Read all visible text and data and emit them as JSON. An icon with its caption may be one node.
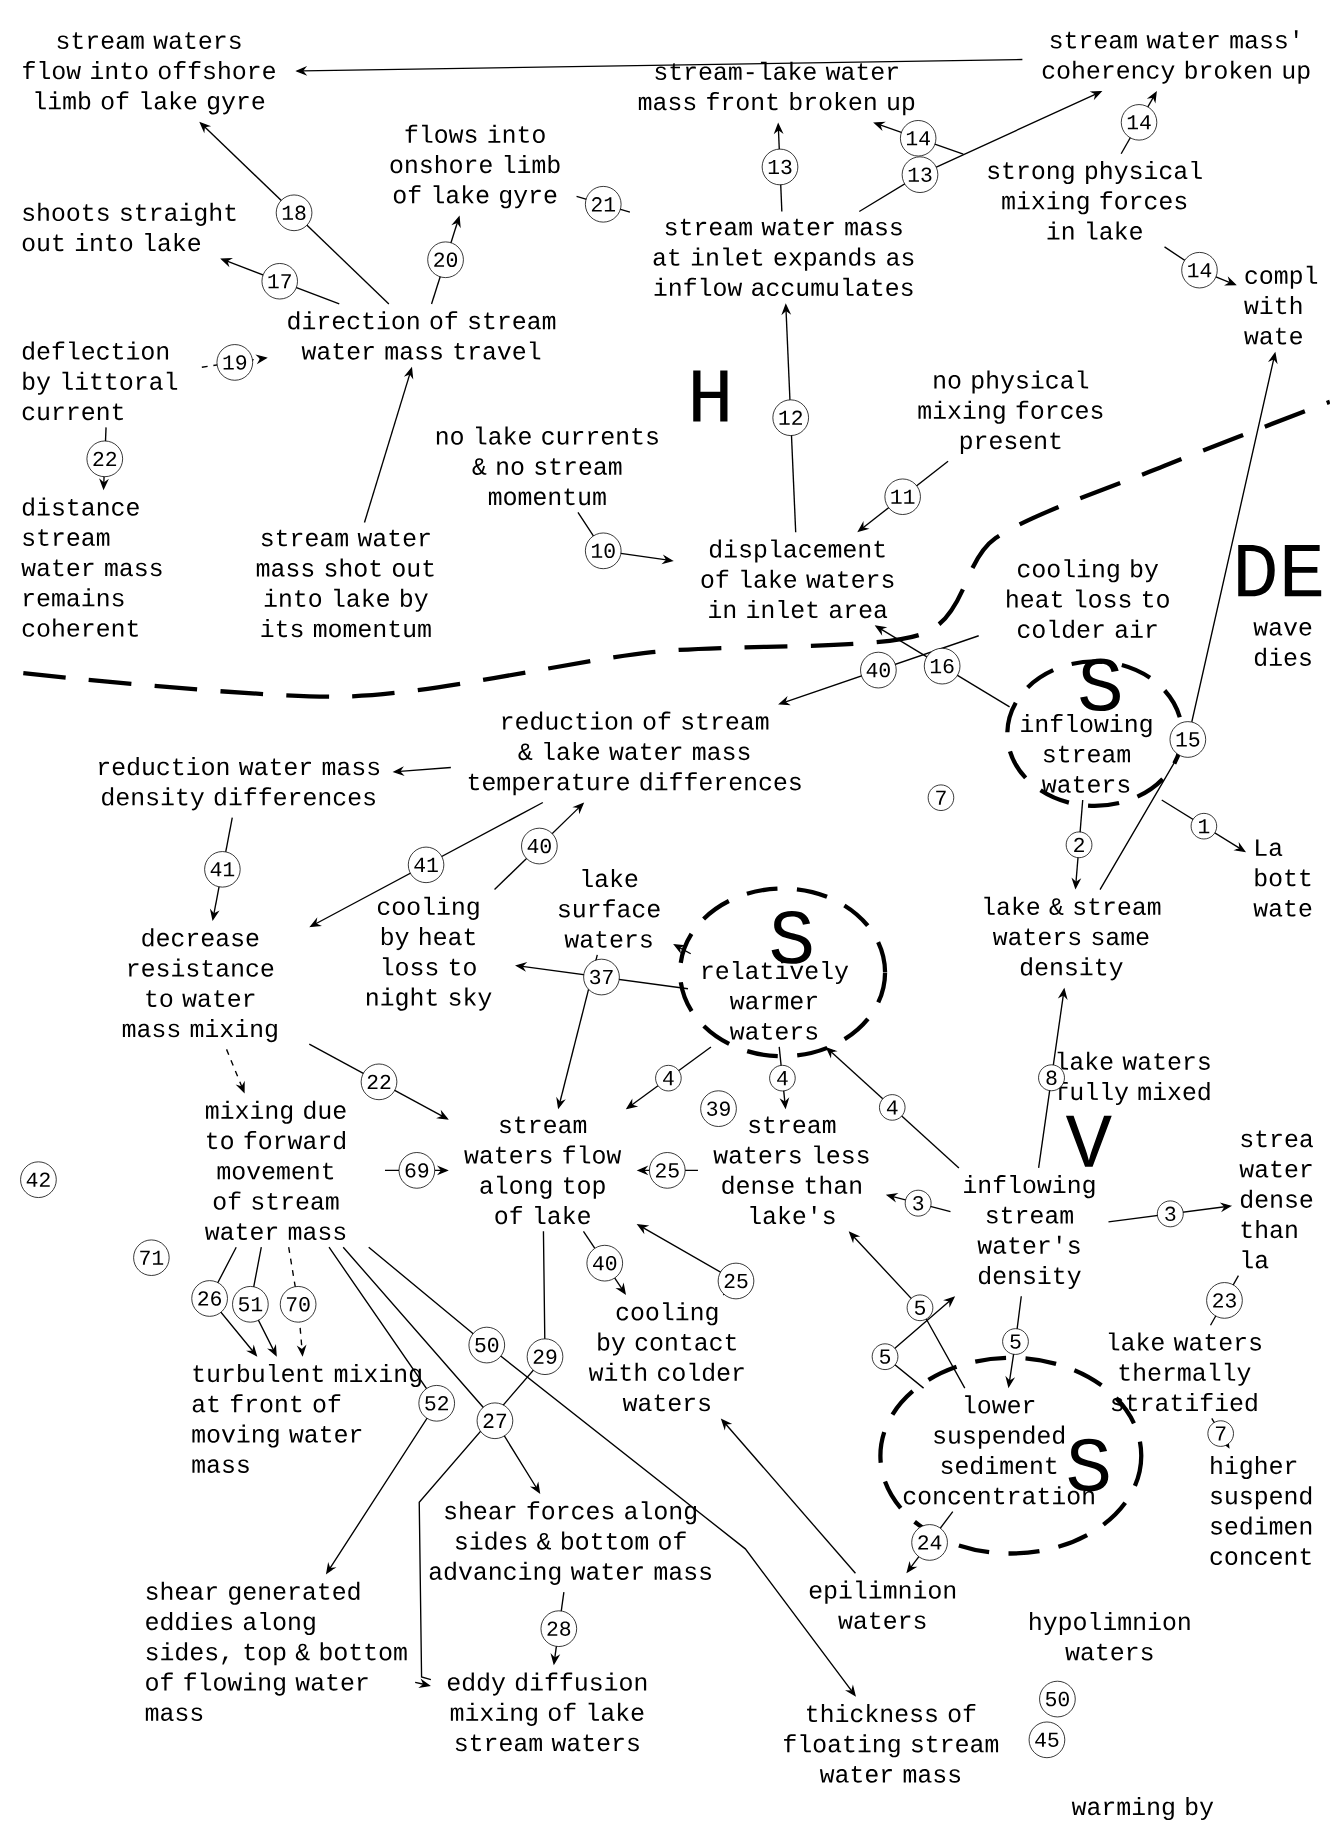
{
  "diagram": {
    "nodes": [
      {
        "text": [
          "stream waters flow into offshore limb of lake gyre"
        ]
      },
      {
        "text": [
          "flows into onshore limb of lake gyre"
        ]
      },
      {
        "text": [
          "stream-lake water mass front broken up"
        ]
      },
      {
        "text": [
          "stream water mass' coherency broken up"
        ]
      },
      {
        "text": [
          "strong physical mixing forces in lake"
        ]
      },
      {
        "text": [
          "stream water mass at inlet expands as inflow accumulates"
        ]
      },
      {
        "text": [
          "shoots straight out into lake"
        ]
      },
      {
        "text": [
          "direction of stream water mass travel"
        ]
      },
      {
        "text": [
          "deflection by littoral current"
        ]
      },
      {
        "text": [
          "compl with wate"
        ]
      },
      {
        "text": [
          "no physical mixing forces present"
        ]
      },
      {
        "text": [
          "no lake currents & no stream momentum"
        ]
      },
      {
        "text": [
          "distance stream water mass remains coherent"
        ]
      },
      {
        "text": [
          "stream water mass shot out into lake by its momentum"
        ]
      },
      {
        "text": [
          "displacement of lake waters in inlet area"
        ]
      },
      {
        "text": [
          "cooling by heat loss to colder air"
        ]
      },
      {
        "text": [
          "wave dies"
        ]
      },
      {
        "text": [
          "reduction of stream & lake water mass temperature differences"
        ]
      },
      {
        "text": [
          "inflowing stream waters"
        ]
      },
      {
        "text": [
          "reduction water mass density differences"
        ]
      },
      {
        "text": [
          "lake surface waters"
        ]
      },
      {
        "text": [
          "relatively warmer waters"
        ]
      },
      {
        "text": [
          "lake & stream waters same density"
        ]
      },
      {
        "text": [
          "La bott wate"
        ]
      },
      {
        "text": [
          "decrease resistance to water mass mixing"
        ]
      },
      {
        "text": [
          "cooling by heat loss to night sky"
        ]
      },
      {
        "text": [
          "lake waters fully mixed"
        ]
      },
      {
        "text": [
          "stream waters flow along top of lake"
        ]
      },
      {
        "text": [
          "stream waters less dense than lake's"
        ]
      },
      {
        "text": [
          "inflowing stream water's density"
        ]
      },
      {
        "text": [
          "mixing due to forward movement of stream water mass"
        ]
      },
      {
        "text": [
          "strea water dense than la"
        ]
      },
      {
        "text": [
          "turbulent mixing at front of moving water mass"
        ]
      },
      {
        "text": [
          "cooling by contact with colder waters"
        ]
      },
      {
        "text": [
          "lower suspended sediment concentration"
        ]
      },
      {
        "text": [
          "lake waters thermally stratified"
        ]
      },
      {
        "text": [
          "higher suspend sedimen concent"
        ]
      },
      {
        "text": [
          "shear forces along sides & bottom of advancing water mass"
        ]
      },
      {
        "text": [
          "shear generated eddies along sides, top & bottom of flowing water mass"
        ]
      },
      {
        "text": [
          "epilimnion waters"
        ]
      },
      {
        "text": [
          "hypolimnion waters"
        ]
      },
      {
        "text": [
          "eddy diffusion mixing of lake stream waters"
        ]
      },
      {
        "text": [
          "thickness of floating stream water mass"
        ]
      },
      {
        "text": [
          "warming by"
        ]
      }
    ],
    "edges": [
      {
        "from": 3,
        "to": 0,
        "arrow": "to"
      },
      {
        "from": 7,
        "to": 0,
        "arrow": "to",
        "label": "18"
      },
      {
        "from": 7,
        "to": 6,
        "arrow": "to",
        "label": "17"
      },
      {
        "from": 8,
        "to": 7,
        "arrow": "to",
        "label": "19",
        "style": "dashed"
      },
      {
        "from": 8,
        "to": 12,
        "arrow": "to",
        "label": "22"
      },
      {
        "from": 13,
        "to": 7,
        "arrow": "to"
      },
      {
        "from": 7,
        "to": 1,
        "arrow": "to",
        "label": "20"
      },
      {
        "from": 5,
        "to": 1,
        "arrow": "none",
        "label": "21"
      },
      {
        "from": 5,
        "to": 2,
        "arrow": "to",
        "label": "13"
      },
      {
        "from": 4,
        "to": 2,
        "arrow": "to",
        "label": "14"
      },
      {
        "from": 5,
        "to": 3,
        "arrow": "to",
        "label": "13"
      },
      {
        "from": 4,
        "to": 3,
        "arrow": "to",
        "label": "14"
      },
      {
        "from": 4,
        "to": 9,
        "arrow": "to",
        "label": "14"
      },
      {
        "from": 11,
        "to": 14,
        "arrow": "to",
        "label": "10"
      },
      {
        "from": 10,
        "to": 14,
        "arrow": "to",
        "label": "11"
      },
      {
        "from": 14,
        "to": 5,
        "arrow": "to",
        "label": "12"
      },
      {
        "from": 15,
        "to": 17,
        "arrow": "to",
        "label": "40"
      },
      {
        "from": 18,
        "to": 14,
        "arrow": "to",
        "label": "16"
      },
      {
        "from": 17,
        "to": 19,
        "arrow": "to"
      },
      {
        "from": 19,
        "to": 24,
        "arrow": "to",
        "label": "41"
      },
      {
        "from": 17,
        "to": 24,
        "arrow": "to",
        "label": "41"
      },
      {
        "from": 25,
        "to": 17,
        "arrow": "to",
        "label": "40"
      },
      {
        "from": 21,
        "to": 20,
        "arrow": "to"
      },
      {
        "from": 21,
        "to": 25,
        "arrow": "to",
        "label": "37"
      },
      {
        "from": 21,
        "to": 27,
        "arrow": "to",
        "label": "4"
      },
      {
        "from": 21,
        "to": 28,
        "arrow": "to",
        "label": "4"
      },
      {
        "from": 29,
        "to": 21,
        "arrow": "to",
        "label": "4"
      },
      {
        "from": 20,
        "to": 27,
        "arrow": "to"
      },
      {
        "from": 29,
        "to": 28,
        "arrow": "to",
        "label": "3"
      },
      {
        "from": 29,
        "to": 22,
        "arrow": "to",
        "label": "8"
      },
      {
        "from": 18,
        "to": 22,
        "arrow": "to",
        "label": "2"
      },
      {
        "from": 18,
        "to": 23,
        "arrow": "to",
        "label": "1"
      },
      {
        "from": 22,
        "to": 9,
        "arrow": "to",
        "label": "15"
      },
      {
        "from": 30,
        "to": 27,
        "arrow": "to",
        "label": "69"
      },
      {
        "from": 28,
        "to": 27,
        "arrow": "to",
        "label": "25"
      },
      {
        "from": 30,
        "to": 32,
        "arrow": "to",
        "label": "26"
      },
      {
        "from": 30,
        "to": 32,
        "arrow": "to",
        "label": "51"
      },
      {
        "from": 30,
        "to": 32,
        "arrow": "to",
        "label": "70",
        "style": "dashed"
      },
      {
        "from": 33,
        "to": 27,
        "arrow": "to",
        "label": "25"
      },
      {
        "from": 34,
        "to": 28,
        "arrow": "to",
        "label": "5"
      },
      {
        "from": 34,
        "to": 29,
        "arrow": "to",
        "label": "5"
      },
      {
        "from": 29,
        "to": 34,
        "arrow": "to",
        "label": "5"
      },
      {
        "from": 29,
        "to": 31,
        "arrow": "to",
        "label": "3"
      },
      {
        "from": 35,
        "to": 31,
        "arrow": "none",
        "label": "23"
      },
      {
        "from": 35,
        "to": 36,
        "arrow": "to",
        "label": "7"
      },
      {
        "from": 30,
        "to": 37,
        "arrow": "to",
        "label": "27"
      },
      {
        "from": 30,
        "to": 42,
        "arrow": "to",
        "label": "50"
      },
      {
        "from": 30,
        "to": 38,
        "arrow": "to",
        "label": "52"
      },
      {
        "from": 38,
        "to": 41,
        "arrow": "to"
      },
      {
        "from": 37,
        "to": 41,
        "arrow": "to",
        "label": "28"
      },
      {
        "from": 34,
        "to": 39,
        "arrow": "to",
        "label": "24"
      },
      {
        "from": 27,
        "to": 33,
        "arrow": "to",
        "label": "40"
      },
      {
        "from": 27,
        "to": 41,
        "arrow": "none",
        "label": "29"
      },
      {
        "from": 39,
        "to": 33,
        "arrow": "to"
      },
      {
        "from": 24,
        "to": 30,
        "arrow": "to",
        "style": "dashed"
      },
      {
        "from": 24,
        "to": 27,
        "arrow": "to",
        "label": "22"
      }
    ],
    "labels": [
      "H",
      "DE",
      "S",
      "S",
      "S",
      "V",
      "7",
      "39",
      "42",
      "71",
      "50",
      "45"
    ]
  }
}
